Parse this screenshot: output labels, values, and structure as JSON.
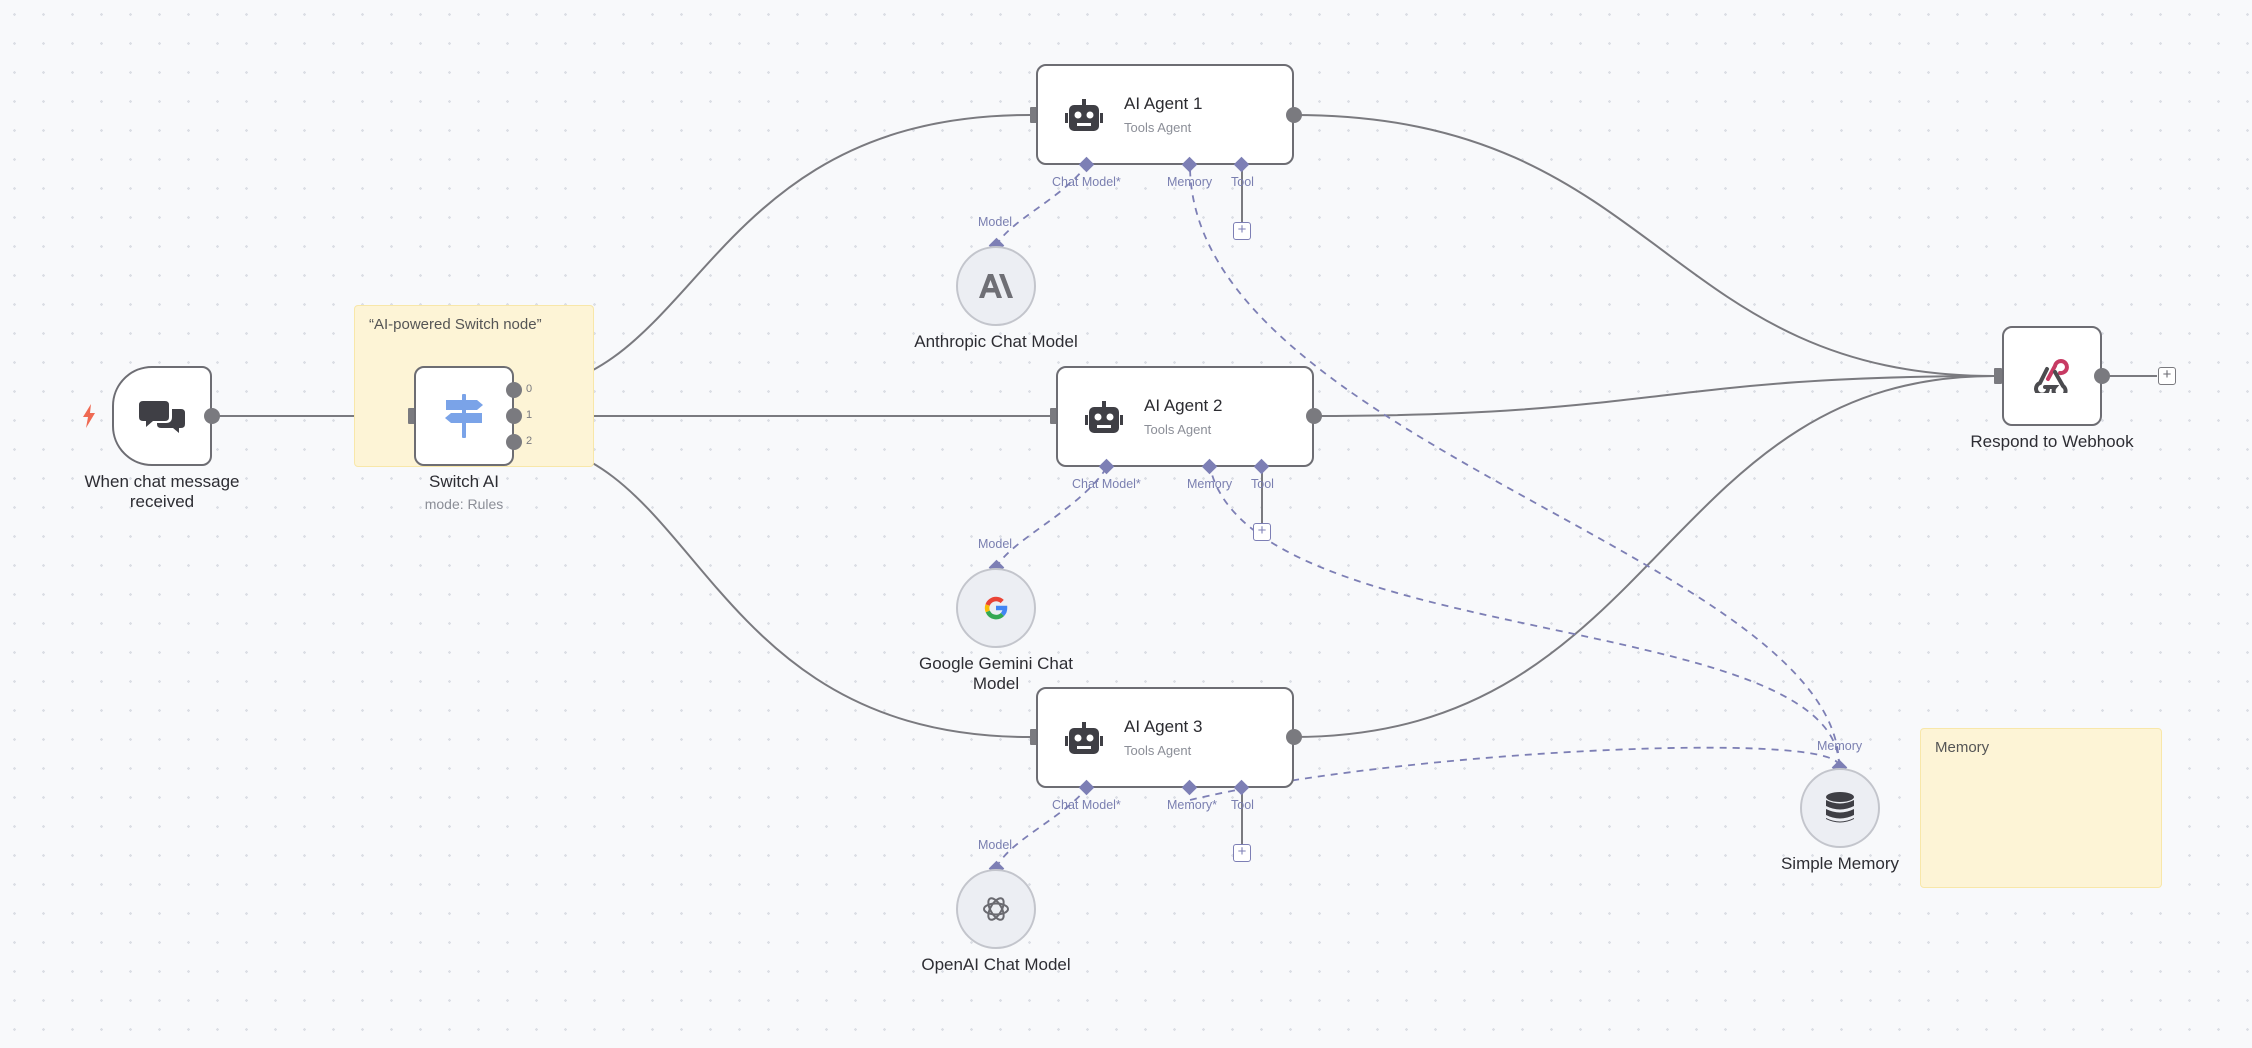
{
  "trigger": {
    "label": "When chat message received"
  },
  "switch_sticky": {
    "text": "“AI-powered Switch node”"
  },
  "switch": {
    "label": "Switch AI",
    "sub": "mode: Rules",
    "outputs": [
      "0",
      "1",
      "2"
    ]
  },
  "agents": [
    {
      "title": "AI Agent 1",
      "subtitle": "Tools Agent",
      "ports": [
        "Chat Model*",
        "Memory",
        "Tool"
      ]
    },
    {
      "title": "AI Agent 2",
      "subtitle": "Tools Agent",
      "ports": [
        "Chat Model*",
        "Memory",
        "Tool"
      ]
    },
    {
      "title": "AI Agent 3",
      "subtitle": "Tools Agent",
      "ports": [
        "Chat Model*",
        "Memory*",
        "Tool"
      ]
    }
  ],
  "models": [
    {
      "label": "Anthropic Chat Model",
      "port": "Model",
      "icon": "anthropic-icon"
    },
    {
      "label": "Google Gemini Chat Model",
      "port": "Model",
      "icon": "google-icon"
    },
    {
      "label": "OpenAI Chat Model",
      "port": "Model",
      "icon": "openai-icon"
    }
  ],
  "memory": {
    "label": "Simple Memory",
    "port": "Memory",
    "icon": "database-icon"
  },
  "memory_sticky": {
    "text": "Memory"
  },
  "webhook": {
    "label": "Respond to Webhook",
    "icon": "webhook-icon"
  },
  "colors": {
    "wire": "#7a7a7f",
    "ai_wire": "#7d7fb5",
    "sticky": "#fdf4d6",
    "trigger_bolt": "#ef6a53"
  }
}
